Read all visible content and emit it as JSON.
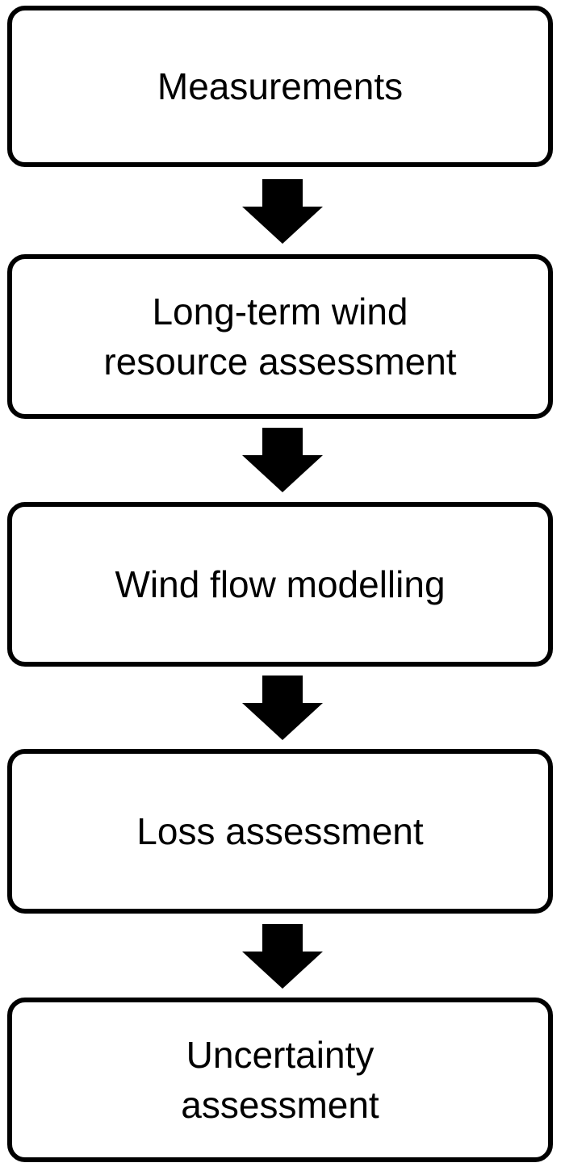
{
  "diagram": {
    "steps": [
      {
        "label": "Measurements"
      },
      {
        "label": "Long-term wind\nresource assessment"
      },
      {
        "label": "Wind flow modelling"
      },
      {
        "label": "Loss assessment"
      },
      {
        "label": "Uncertainty\nassessment"
      }
    ],
    "colors": {
      "stroke": "#000000",
      "fill": "#ffffff",
      "arrow": "#000000"
    },
    "arrow_icon": "down-arrow-icon"
  }
}
